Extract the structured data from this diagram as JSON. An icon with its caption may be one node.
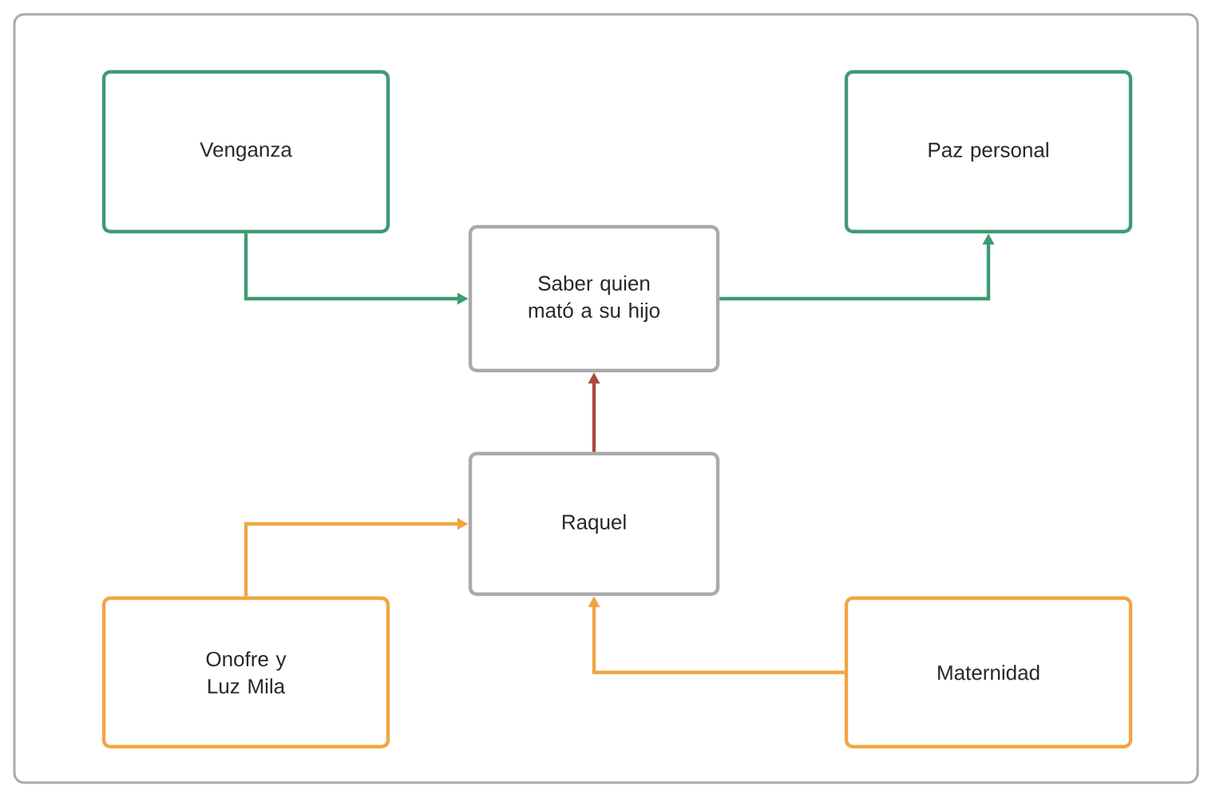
{
  "diagram": {
    "nodes": [
      {
        "text": [
          "Venganza"
        ]
      },
      {
        "text": [
          "Paz personal"
        ]
      },
      {
        "text": [
          "Saber quien mató a su hijo"
        ]
      },
      {
        "text": [
          "Raquel"
        ]
      },
      {
        "text": [
          "Onofre y Luz Mila"
        ]
      },
      {
        "text": [
          "Maternidad"
        ]
      }
    ],
    "edges": [
      {
        "from": 0,
        "to": 2,
        "arrow": "to",
        "color": "#3e9a72"
      },
      {
        "from": 2,
        "to": 1,
        "arrow": "to",
        "color": "#3e9a72"
      },
      {
        "from": 3,
        "to": 2,
        "arrow": "to",
        "color": "#a84a3e"
      },
      {
        "from": 4,
        "to": 3,
        "arrow": "to",
        "color": "#f0a640"
      },
      {
        "from": 5,
        "to": 3,
        "arrow": "to",
        "color": "#f0a640"
      }
    ]
  }
}
